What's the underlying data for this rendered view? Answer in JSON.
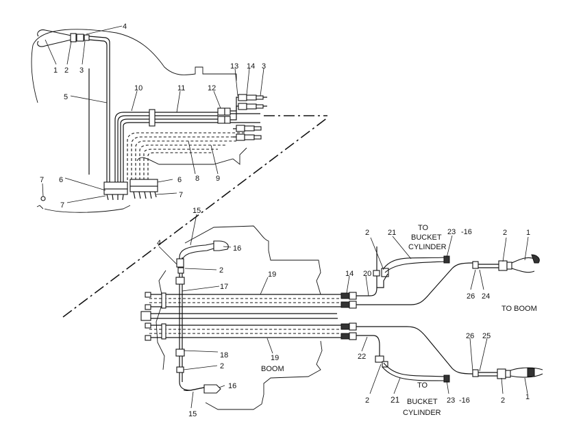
{
  "callouts": {
    "c1a": "1",
    "c2a": "2",
    "c3a": "3",
    "c4a": "4",
    "c5": "5",
    "c10": "10",
    "c11": "11",
    "c12": "12",
    "c13": "13",
    "c14a": "14",
    "c3b": "3",
    "c6a": "6",
    "c6b": "6",
    "c7a": "7",
    "c7b": "7",
    "c7c": "7",
    "c8": "8",
    "c9": "9",
    "c15a": "15",
    "c16a": "16",
    "c4b": "4",
    "c2b": "2",
    "c17": "17",
    "c19a": "19",
    "c14b": "14",
    "c20": "20",
    "c2c": "2",
    "c21a": "21",
    "c23a": "23",
    "c16b": "-16",
    "c2d": "2",
    "c1b": "1",
    "c26a": "26",
    "c24": "24",
    "c18": "18",
    "c2e": "2",
    "c19b": "19",
    "c22": "22",
    "c26b": "26",
    "c25": "25",
    "c2f": "2",
    "c21b": "21",
    "c23b": "23",
    "c16c": "-16",
    "c2g": "2",
    "c1c": "1",
    "c16d": "16",
    "c15b": "15"
  },
  "labels": {
    "to": "TO",
    "bucket": "BUCKET",
    "cylinder": "CYLINDER",
    "to_b": "TO",
    "bucket_b": "BUCKET",
    "cylinder_b": "CYLINDER",
    "to_boom": "TO BOOM",
    "boom": "BOOM"
  }
}
